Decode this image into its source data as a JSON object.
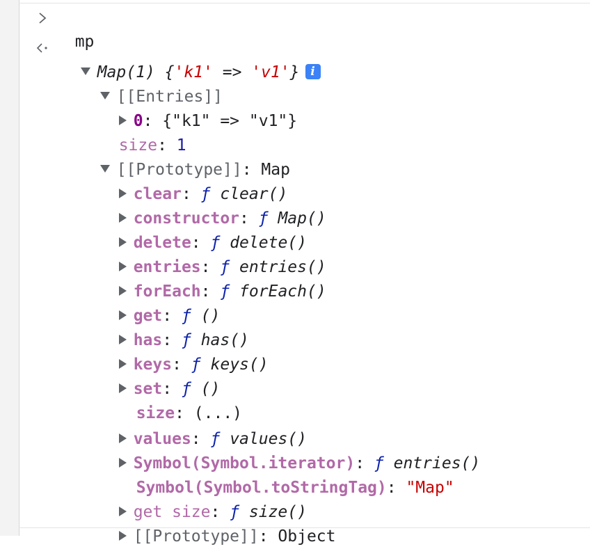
{
  "console": {
    "input_command": "mp",
    "result": {
      "summary_prefix": "Map(1) {",
      "summary_key": "'k1'",
      "summary_arrow": " => ",
      "summary_value": "'v1'",
      "summary_suffix": "}",
      "info_badge": "i"
    },
    "entries": {
      "label": "[[Entries]]",
      "items": [
        {
          "index": "0",
          "text": ": {\"k1\" => \"v1\"}"
        }
      ]
    },
    "size": {
      "key": "size",
      "sep": ": ",
      "value": "1"
    },
    "prototype": {
      "label": "[[Prototype]]",
      "sep": ": ",
      "value": "Map",
      "props": [
        {
          "key": "clear",
          "sep": ": ",
          "f": "ƒ",
          "sig": " clear()"
        },
        {
          "key": "constructor",
          "sep": ": ",
          "f": "ƒ",
          "sig": " Map()"
        },
        {
          "key": "delete",
          "sep": ": ",
          "f": "ƒ",
          "sig": " delete()"
        },
        {
          "key": "entries",
          "sep": ": ",
          "f": "ƒ",
          "sig": " entries()"
        },
        {
          "key": "forEach",
          "sep": ": ",
          "f": "ƒ",
          "sig": " forEach()"
        },
        {
          "key": "get",
          "sep": ": ",
          "f": "ƒ",
          "sig": " ()"
        },
        {
          "key": "has",
          "sep": ": ",
          "f": "ƒ",
          "sig": " has()"
        },
        {
          "key": "keys",
          "sep": ": ",
          "f": "ƒ",
          "sig": " keys()"
        },
        {
          "key": "set",
          "sep": ": ",
          "f": "ƒ",
          "sig": " ()"
        }
      ],
      "size_getter": {
        "key": "size",
        "sep": ": ",
        "value": "(...)"
      },
      "values": {
        "key": "values",
        "sep": ": ",
        "f": "ƒ",
        "sig": " values()"
      },
      "symbol_iterator": {
        "key": "Symbol(Symbol.iterator)",
        "sep": ": ",
        "f": "ƒ",
        "sig": " entries()"
      },
      "symbol_tostringtag": {
        "key": "Symbol(Symbol.toStringTag)",
        "sep": ": ",
        "value": "\"Map\""
      },
      "get_size": {
        "key": "get size",
        "sep": ": ",
        "f": "ƒ",
        "sig": " size()"
      },
      "inner_prototype": {
        "label": "[[Prototype]]",
        "sep": ": ",
        "value": "Object"
      }
    }
  }
}
